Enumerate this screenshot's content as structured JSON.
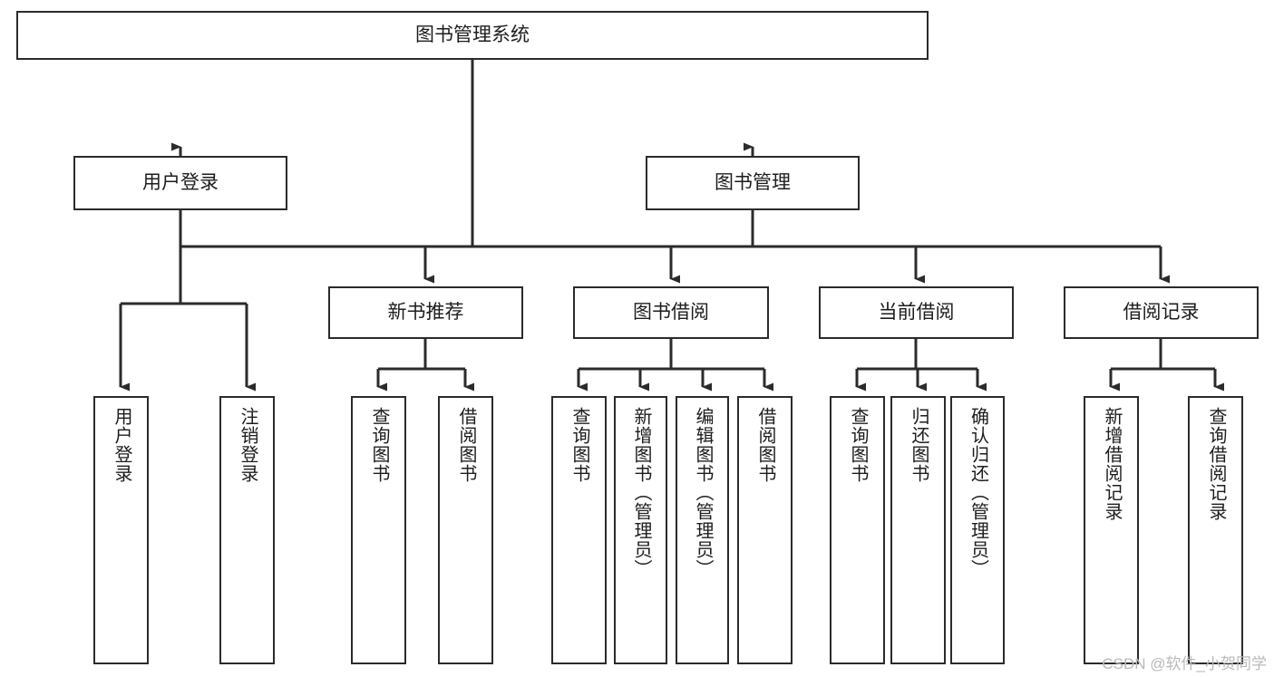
{
  "diagram": {
    "title": "图书管理系统",
    "type": "tree-hierarchy-chart",
    "colors": {
      "box_border": "#2b2b2b",
      "box_fill": "#ffffff",
      "connector": "#2b2b2b",
      "text": "#1d1d1d",
      "watermark": "#b9b9b9",
      "background": "#ffffff"
    },
    "root": {
      "label": "图书管理系统"
    },
    "level1": [
      {
        "label": "用户登录"
      },
      {
        "label": "图书管理"
      }
    ],
    "level2": [
      {
        "label": "新书推荐"
      },
      {
        "label": "图书借阅"
      },
      {
        "label": "当前借阅"
      },
      {
        "label": "借阅记录"
      }
    ],
    "leaves": {
      "user_login": [
        {
          "label": "用户登录"
        },
        {
          "label": "注销登录"
        }
      ],
      "new_book_recommend": [
        {
          "label": "查询图书"
        },
        {
          "label": "借阅图书"
        }
      ],
      "book_borrow": [
        {
          "label": "查询图书"
        },
        {
          "label": "新增图书（管理员）"
        },
        {
          "label": "编辑图书（管理员）"
        },
        {
          "label": "借阅图书"
        }
      ],
      "current_borrow": [
        {
          "label": "查询图书"
        },
        {
          "label": "归还图书"
        },
        {
          "label": "确认归还（管理员）"
        }
      ],
      "borrow_records": [
        {
          "label": "新增借阅记录"
        },
        {
          "label": "查询借阅记录"
        }
      ]
    },
    "watermark": "CSDN @软件_小贺同学"
  }
}
